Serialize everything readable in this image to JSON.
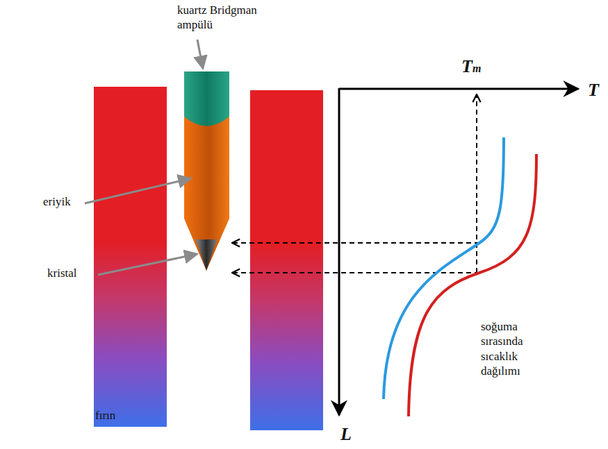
{
  "diagram": {
    "labels": [
      "kuartz Bridgman ampülü",
      "eriyik",
      "kristal",
      "fırın",
      "Tm",
      "T",
      "L",
      "soğuma sırasında sıcaklık dağılımı"
    ]
  }
}
